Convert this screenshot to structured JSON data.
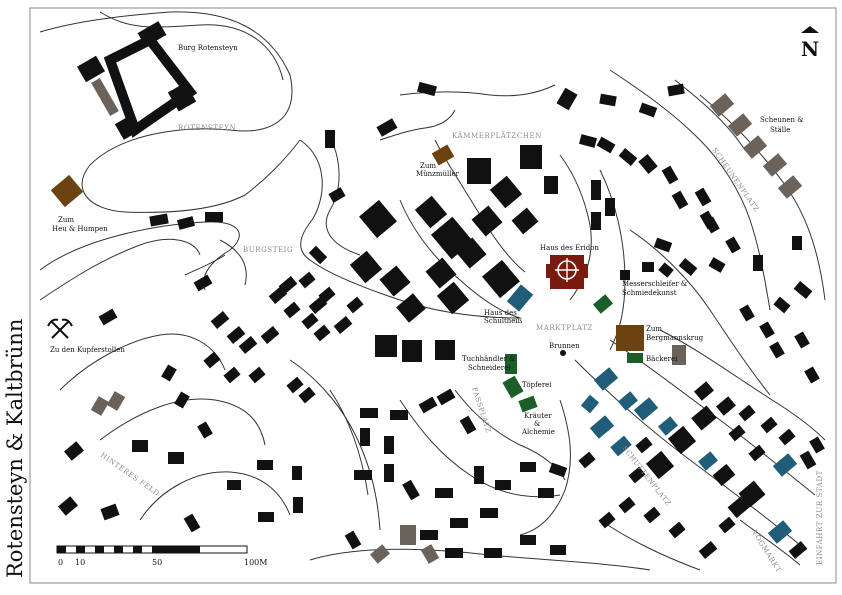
{
  "map_title": "Rotensteyn & Kaltbrünn",
  "north_label": "N",
  "colors": {
    "black": "#111111",
    "grey": "#6b625c",
    "brown": "#6b4210",
    "red": "#7a1b10",
    "green": "#1b5e2a",
    "blue": "#1f5d78"
  },
  "labels": {
    "burg": "Burg Rotensteyn",
    "heu": [
      "Zum",
      "Heu & Humpen"
    ],
    "kupfer": "Zu den Kupferstollen",
    "muenz": [
      "Zum",
      "Münzmüller"
    ],
    "eridon": "Haus des Eridon",
    "schulth": [
      "Haus des",
      "Schultheiß"
    ],
    "messer": [
      "Messerschleifer &",
      "Schmiedekunst"
    ],
    "bergmann": [
      "Zum",
      "Bergmannskrug"
    ],
    "baeckerei": "Bäckerei",
    "brunnen": "Brunnen",
    "tuch": [
      "Tuchhändler &",
      "Schneiderei"
    ],
    "toepferei": "Töpferei",
    "kraeuter": [
      "Kräuter",
      "&",
      "Alchemie"
    ],
    "scheunen": [
      "Scheunen &",
      "Ställe"
    ]
  },
  "streets": {
    "rotensteyn": "ROTENSTEYN",
    "burgsteig": "BURGSTEIG",
    "kaemmer": "KÄMMERPLÄTZCHEN",
    "scheunenplatz": "SCHEUNENPLATZ",
    "marktplatz": "MARKTPLATZ",
    "fassplatz": "FASSPLATZ",
    "hinteres": "HINTERES FELD",
    "schutten": "SCHUTTENPLATZ",
    "vogmarkt": "VOGMARKT",
    "einfahrt": "EINFAHRT ZUR STADT"
  },
  "scale": {
    "ticks": [
      "0",
      "10",
      "50",
      "100M"
    ]
  }
}
